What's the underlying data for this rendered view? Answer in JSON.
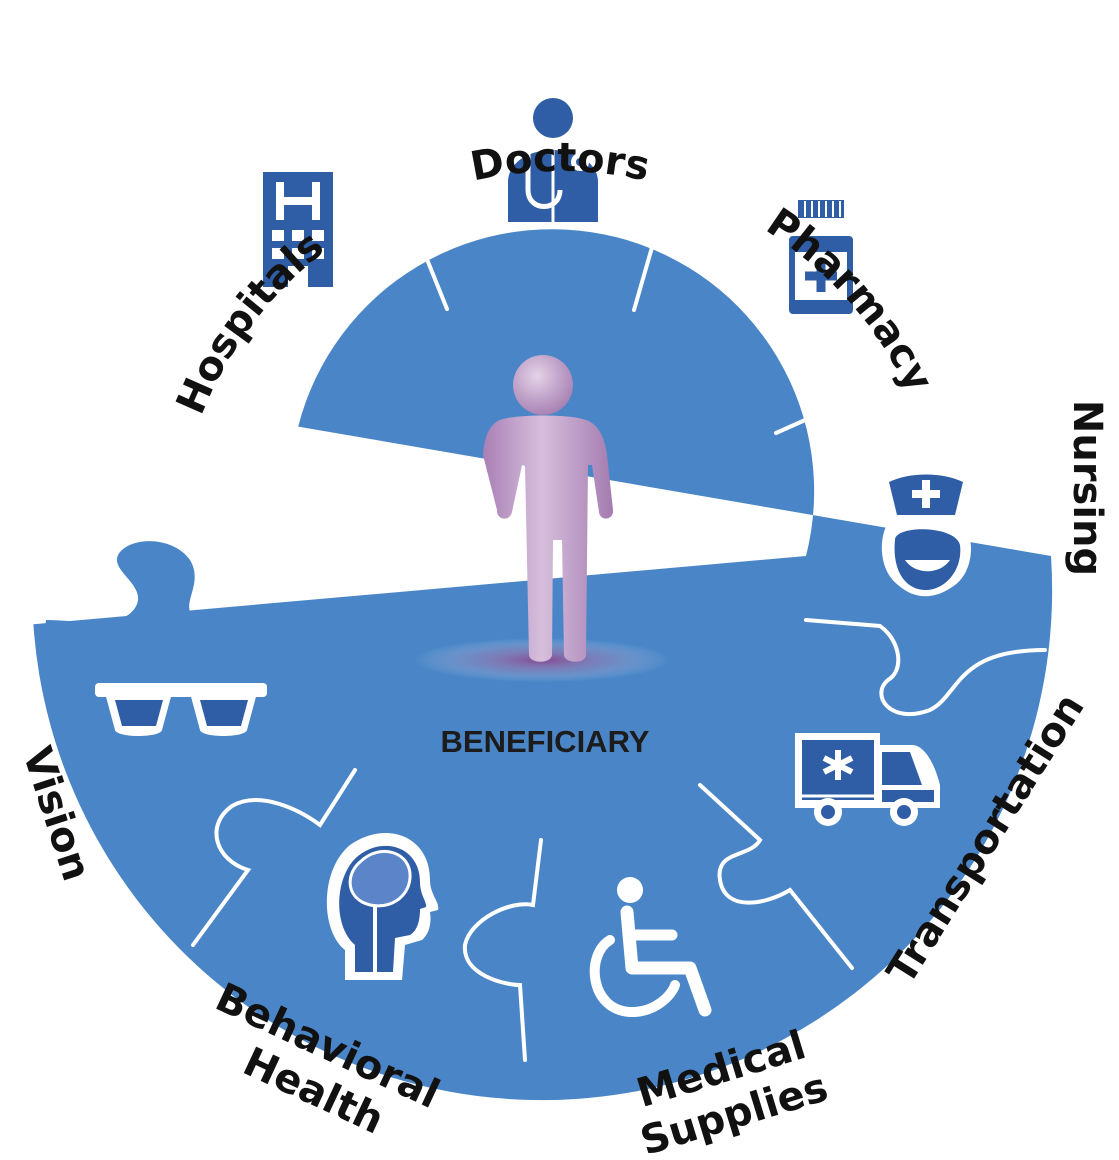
{
  "center": {
    "label": "BENEFICIARY"
  },
  "segments": [
    {
      "id": "hospitals",
      "label": "Hospitals",
      "icon": "hospital-icon"
    },
    {
      "id": "doctors",
      "label": "Doctors",
      "icon": "doctor-icon"
    },
    {
      "id": "pharmacy",
      "label": "Pharmacy",
      "icon": "medicine-bottle-icon"
    },
    {
      "id": "nursing",
      "label": "Nursing",
      "icon": "nurse-icon"
    },
    {
      "id": "transportation",
      "label": "Transportation",
      "icon": "ambulance-icon"
    },
    {
      "id": "medical-supplies",
      "label_lines": [
        "Medical",
        "Supplies"
      ],
      "icon": "wheelchair-icon"
    },
    {
      "id": "behavioral-health",
      "label_lines": [
        "Behavioral",
        "Health"
      ],
      "icon": "brain-head-icon"
    },
    {
      "id": "vision",
      "label": "Vision",
      "icon": "eyeglasses-icon"
    }
  ],
  "colors": {
    "ring": "#4a86c7",
    "seam": "#ffffff",
    "person": "#bf9bc8",
    "shadow": "#8c3e87",
    "icon_fill": "#2f5da6",
    "text": "#111111"
  }
}
